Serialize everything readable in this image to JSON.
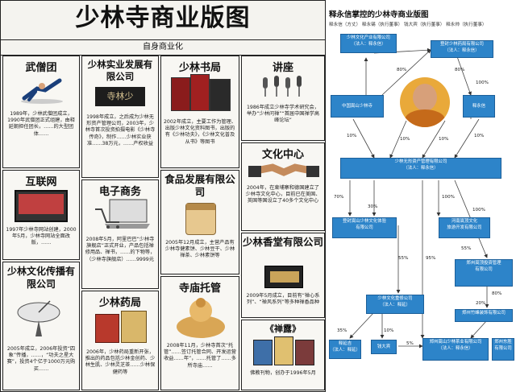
{
  "left": {
    "title": "少林寺商业版图",
    "subtitle": "自身商业化",
    "cells": {
      "wuseng": {
        "title": "武僧团",
        "desc": "1989年，少林武僧团成立，1990年武僧团正式组建，由释延朝担任团长，……的大型团体……"
      },
      "shiye": {
        "title": "少林实业发展有限公司",
        "desc": "1998年成立，之后成为少林无形资产管理公司，2003年，少林寺首次投资拍摄电影《少林寺传奇》，制作……少林实业获准……38万元，……产权收益",
        "img_text": "寺林少"
      },
      "shuju": {
        "title": "少林书局",
        "desc": "2002年成立，主要工作为管理、出版少林文化资料图书，出版的有《少林功夫》，《少林文化普及从书》等图书"
      },
      "jiangzuo": {
        "title": "讲座",
        "desc": "1986年成立少林寺学术研究会，举办“少林问禅”“首届中国禅学高峰论坛”"
      },
      "wenhua": {
        "title": "文化中心",
        "desc": "2004年，在柬埔寨和德国建立了少林寺文化中心，目前已在美国、英国等国设立了40多个文化中心"
      },
      "hulianwang": {
        "title": "互联网",
        "desc": "1997年少林寺网站创建，2000年5月，少林寺网站全面改版，……"
      },
      "dianzi": {
        "title": "电子商务",
        "desc": "2008年5月，阿里巴巴“少林寺旗舰店”正式开业，产品包括禅修用品、禅书，……的下物等，（少林寺旗舰店）……9999元"
      },
      "shipin": {
        "title": "食品发展有限公司",
        "desc": "2005年12月成立，主营产品有少林寺健素饼、少林豆干、少林禅茶、少林素饼等"
      },
      "chuanbo": {
        "title": "少林文化传播有限公司",
        "desc": "2005年成立，2006年投资“四象”传播，……，“功夫之星大赛”，投资4个亿于1000万元购买……"
      },
      "yaoju": {
        "title": "少林药局",
        "desc": "2006年，少林药局重新开张，推出的药品包括少林金创药、少林生肌、少林灵芝茶……少林保健药等"
      },
      "xiangtang": {
        "title": "少林香堂有限公司",
        "desc": "2009年5月成立，目前有“禅心系列”、“禅风系列”等多种禅香品种"
      },
      "tuoguan": {
        "title": "寺庙托管",
        "desc": "2008年11月，少林寺首次“托管”……签订托管合同、开发运营收益……年”，……托管了……多所寺庙……"
      },
      "chanlu": {
        "title": "《禅露》",
        "desc": "佛教刊物，创办于1996年5月"
      }
    }
  },
  "right": {
    "title": "释永信掌控的少林寺商业版图",
    "subtitle": "释永信（方丈）   释永锡（执行董事）   钱大宾（执行董事）   释永帅（执行董事）",
    "boxes": {
      "wenhua_chanye": [
        "少林文化产业有限公司",
        "（法人：释永信）"
      ],
      "dengfeng_tanhai": [
        "登封少林药局有限公司",
        "（法人：释永信）"
      ],
      "zhongguo_songshan": [
        "中国嵩山少林寺",
        ""
      ],
      "shiyongxin": [
        "释永信",
        ""
      ],
      "wuxing": [
        "少林无形资产管理有限公司",
        "（法人：释永信）"
      ],
      "dengfeng_wenhua": [
        "登封嵩山少林文化体验",
        "有限公司"
      ],
      "henan_songshan": [
        "河南嵩顶文化",
        "旅游开发有限公司"
      ],
      "zhengzhou_guanli": [
        "郑州嵩顶投资管理",
        "有限公司"
      ],
      "zhengzhou_zhuangshi": [
        "郑州竹峰装饰有限公司",
        ""
      ],
      "shaolin_ruiyi": [
        "少林文化重修公司",
        "（法人：释延）"
      ],
      "shi_yanji": [
        "释延吉",
        "（法人：释延）"
      ],
      "qian_dabin": [
        "钱大宾",
        ""
      ],
      "zhengzhou_songshan_chayuan": [
        "郑州嵩山少林茶业有限公司",
        "（法人：释永信）"
      ],
      "zhengzhou_dongsheng": [
        "郑州东胜",
        "有限公司"
      ]
    },
    "percents": [
      "80%",
      "80%",
      "10%",
      "10%",
      "100%",
      "10%",
      "10%",
      "70%",
      "30%",
      "100%",
      "55%",
      "95%",
      "100%",
      "20%",
      "80%",
      "35%",
      "10%",
      "5%",
      "55%"
    ]
  }
}
